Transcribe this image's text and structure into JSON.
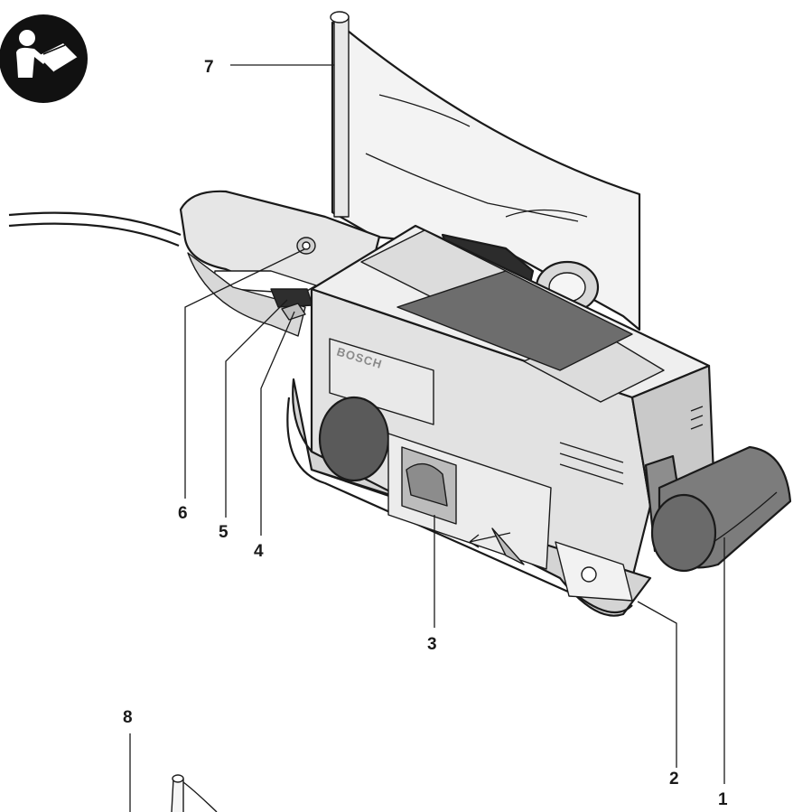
{
  "manual_icon": {
    "icon": "read-manual-icon"
  },
  "product": {
    "brand": "BOSCH"
  },
  "callouts": [
    {
      "id": "1",
      "label": "1"
    },
    {
      "id": "2",
      "label": "2"
    },
    {
      "id": "3",
      "label": "3"
    },
    {
      "id": "4",
      "label": "4"
    },
    {
      "id": "5",
      "label": "5"
    },
    {
      "id": "6",
      "label": "6"
    },
    {
      "id": "7",
      "label": "7"
    },
    {
      "id": "8",
      "label": "8"
    }
  ],
  "colors": {
    "outline": "#1a1a1a",
    "housing_light": "#ececec",
    "housing_mid": "#d2d2d2",
    "housing_dark": "#a8a8a8",
    "belt": "#3a3a3a",
    "icon_disc": "#111111"
  }
}
